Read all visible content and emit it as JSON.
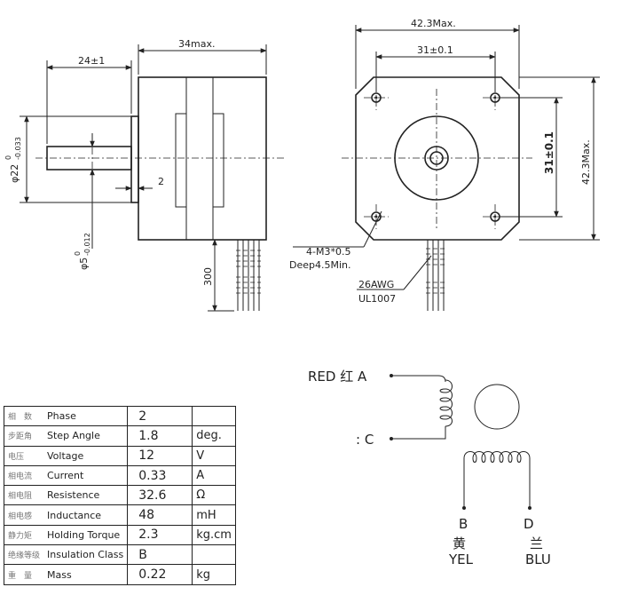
{
  "side_view": {
    "shaft_length": "24±1",
    "body_length": "34max.",
    "flange_thickness": "2",
    "flange_diameter": "φ22",
    "flange_tol_upper": "0",
    "flange_tol_lower": "-0.033",
    "shaft_diameter": "φ5",
    "shaft_tol_upper": "0",
    "shaft_tol_lower": "-0.012",
    "lead_length": "300"
  },
  "front_view": {
    "width_max": "42.3Max.",
    "height_max": "42.3Max.",
    "hole_spacing_h": "31±0.1",
    "hole_spacing_v": "31±0.1",
    "screw_spec": "4-M3*0.5",
    "screw_depth": "Deep4.5Min.",
    "wire_gauge": "26AWG",
    "wire_type": "UL1007"
  },
  "wiring": {
    "red_label": "RED 红 A",
    "c_label": ": C",
    "b_label": "B",
    "d_label": "D",
    "yel_cn": "黄",
    "yel_label": "YEL",
    "blu_cn": "兰",
    "blu_label": "BLU"
  },
  "specs": [
    {
      "cn": "相　数",
      "en": "Phase",
      "value": "2",
      "unit": ""
    },
    {
      "cn": "步距角",
      "en": "Step Angle",
      "value": "1.8",
      "unit": "deg."
    },
    {
      "cn": "电压",
      "en": "Voltage",
      "value": "12",
      "unit": "V"
    },
    {
      "cn": "相电流",
      "en": "Current",
      "value": "0.33",
      "unit": "A"
    },
    {
      "cn": "相电阻",
      "en": "Resistence",
      "value": "32.6",
      "unit": "Ω"
    },
    {
      "cn": "相电感",
      "en": "Inductance",
      "value": "48",
      "unit": "mH"
    },
    {
      "cn": "静力矩",
      "en": "Holding Torque",
      "value": "2.3",
      "unit": "kg.cm"
    },
    {
      "cn": "绝缘等级",
      "en": "Insulation Class",
      "value": "B",
      "unit": ""
    },
    {
      "cn": "重　量",
      "en": "Mass",
      "value": "0.22",
      "unit": "kg"
    }
  ]
}
